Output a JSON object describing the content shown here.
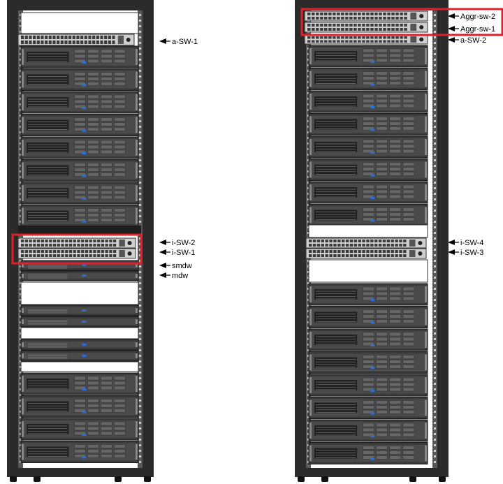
{
  "labels": {
    "left_rack": [
      "a-SW-1",
      "i-SW-2",
      "i-SW-1",
      "smdw",
      "mdw"
    ],
    "right_rack": [
      "Aggr-sw-2",
      "Aggr-sw-1",
      "a-SW-2",
      "i-SW-4",
      "i-SW-3"
    ]
  },
  "colors": {
    "rack_frame": "#2b2b2b",
    "server_face": "#3a3a3a",
    "switch_face": "#cfcfcf",
    "highlight_box": "#e0202a"
  }
}
